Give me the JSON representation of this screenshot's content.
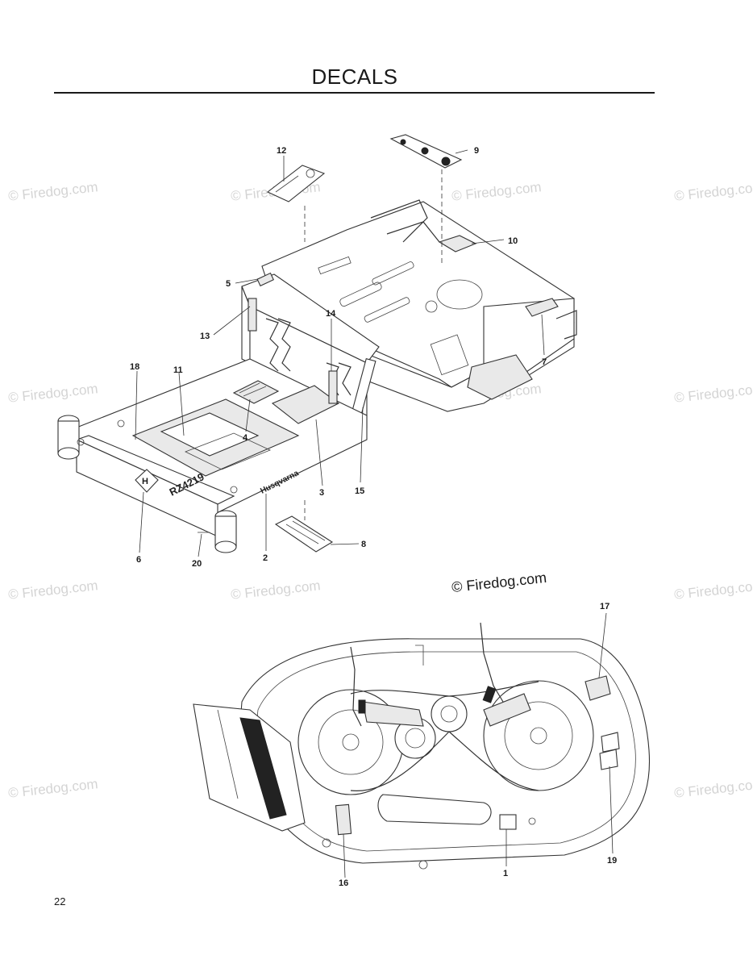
{
  "page": {
    "title": "DECALS",
    "page_number": "22",
    "copyright": "© Firedog.com",
    "watermark_text": "© Firedog.com"
  },
  "decals": {
    "c1": "1",
    "c2": "2",
    "c3": "3",
    "c4": "4",
    "c5": "5",
    "c6": "6",
    "c7": "7",
    "c8": "8",
    "c9": "9",
    "c10": "10",
    "c11": "11",
    "c12": "12",
    "c13": "13",
    "c14": "14",
    "c15": "15",
    "c16": "16",
    "c17": "17",
    "c18": "18",
    "c19": "19",
    "c20": "20"
  },
  "brand": {
    "logo_letter": "H",
    "name_on_frame": "Husqvarna",
    "model_on_frame": "RZ4219"
  }
}
